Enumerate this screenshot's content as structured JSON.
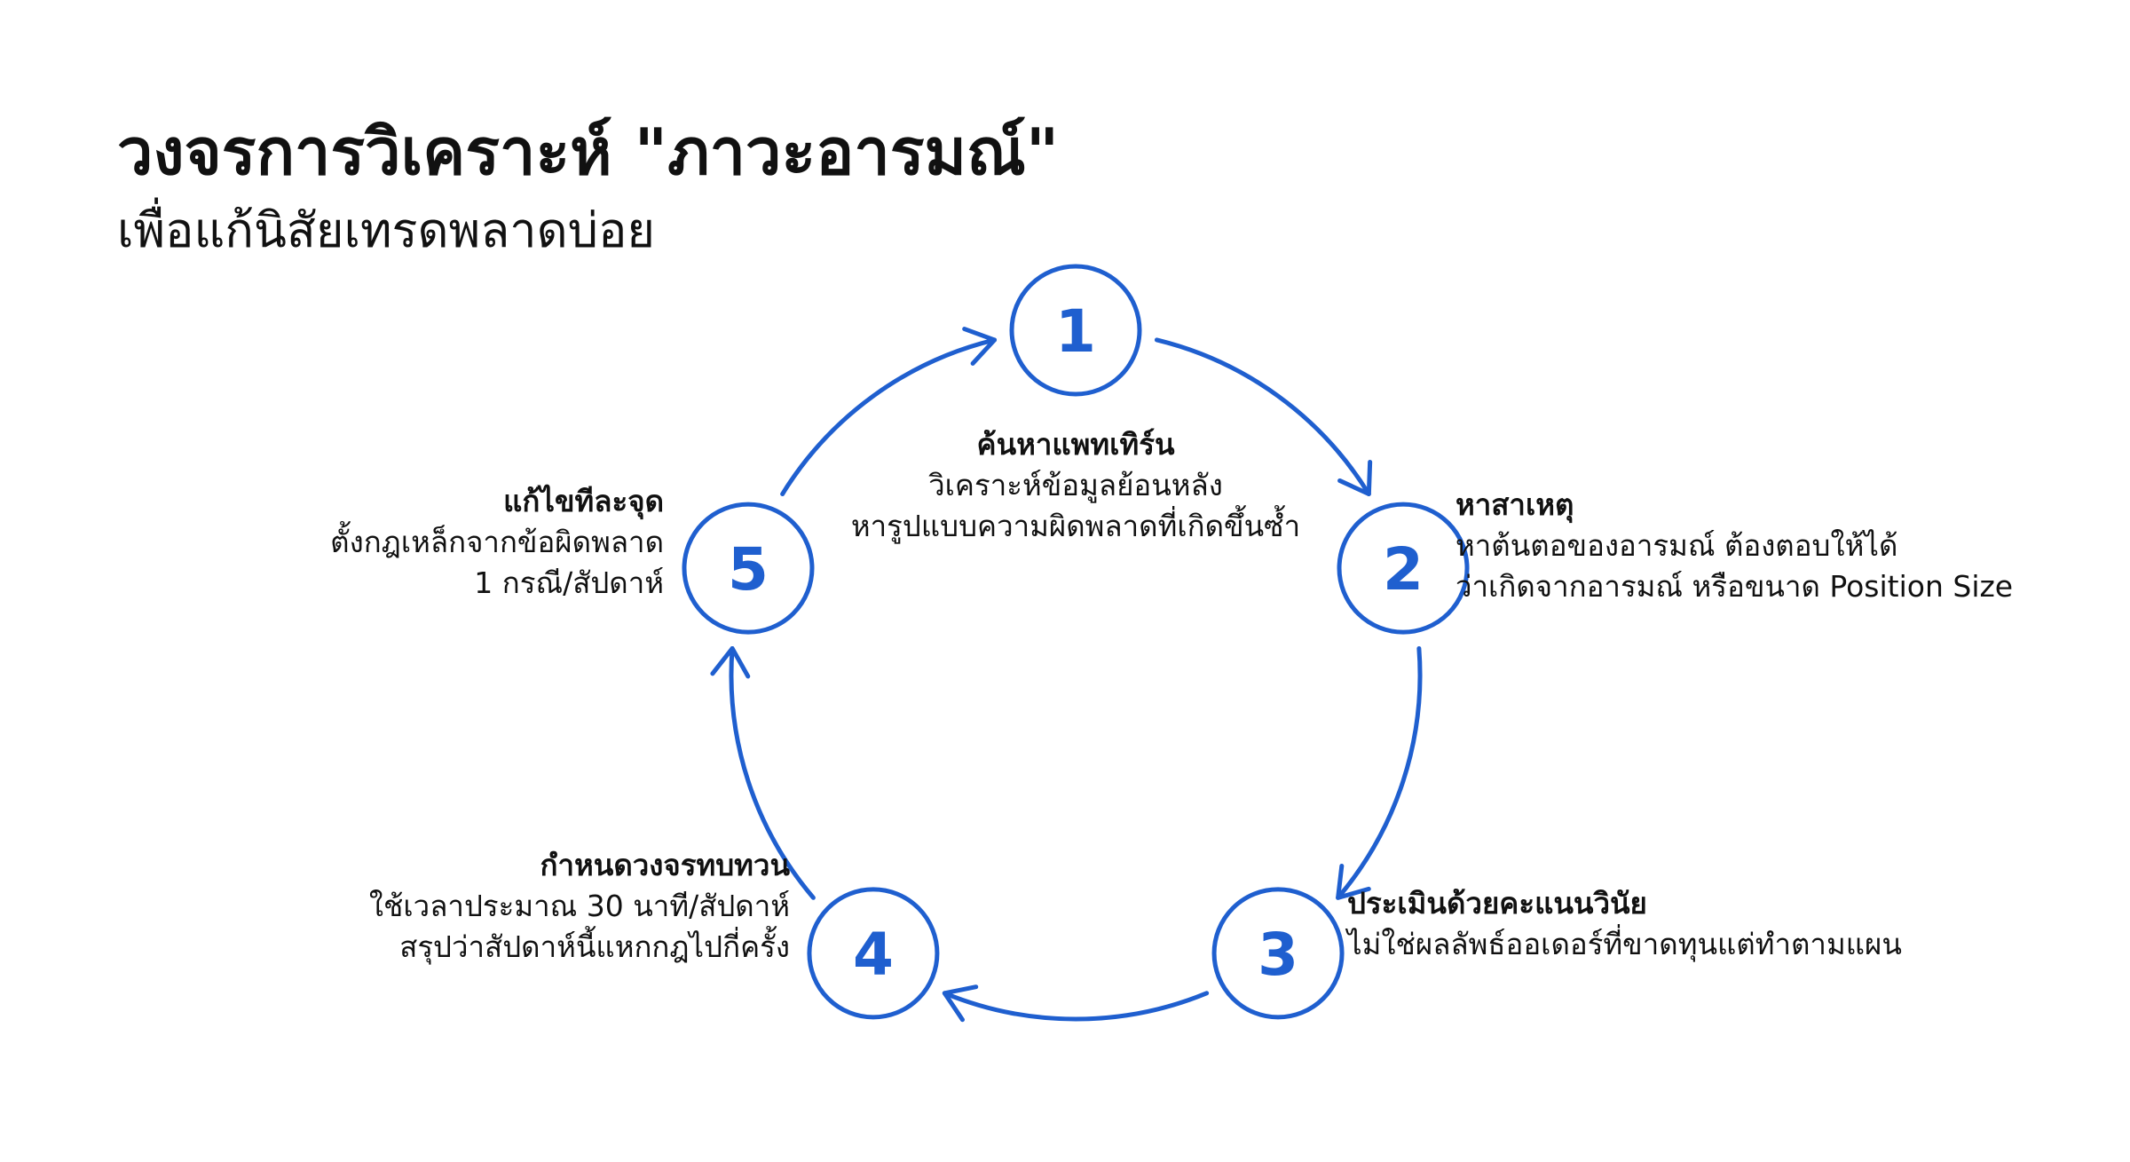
{
  "header": {
    "title": "วงจรการวิเคราะห์ \"ภาวะอารมณ์\"",
    "subtitle": "เพื่อแก้นิสัยเทรดพลาดบ่อย"
  },
  "colors": {
    "accent": "#1f5fcf",
    "text": "#111111"
  },
  "steps": [
    {
      "number": "1",
      "title": "ค้นหาแพทเทิร์น",
      "lines": [
        "วิเคราะห์ข้อมูลย้อนหลัง",
        "หารูปแบบความผิดพลาดที่เกิดขึ้นซ้ำ"
      ]
    },
    {
      "number": "2",
      "title": "หาสาเหตุ",
      "lines": [
        "หาต้นตอของอารมณ์ ต้องตอบให้ได้",
        "ว่าเกิดจากอารมณ์ หรือขนาด Position Size"
      ]
    },
    {
      "number": "3",
      "title": "ประเมินด้วยคะแนนวินัย",
      "lines": [
        "ไม่ใช่ผลลัพธ์ออเดอร์ที่ขาดทุนแต่ทำตามแผน"
      ]
    },
    {
      "number": "4",
      "title": "กำหนดวงจรทบทวน",
      "lines": [
        "ใช้เวลาประมาณ 30 นาที/สัปดาห์",
        "สรุปว่าสัปดาห์นี้แหกกฎไปกี่ครั้ง"
      ]
    },
    {
      "number": "5",
      "title": "แก้ไขทีละจุด",
      "lines": [
        "ตั้งกฎเหล็กจากข้อผิดพลาด",
        "1 กรณี/สัปดาห์"
      ]
    }
  ]
}
